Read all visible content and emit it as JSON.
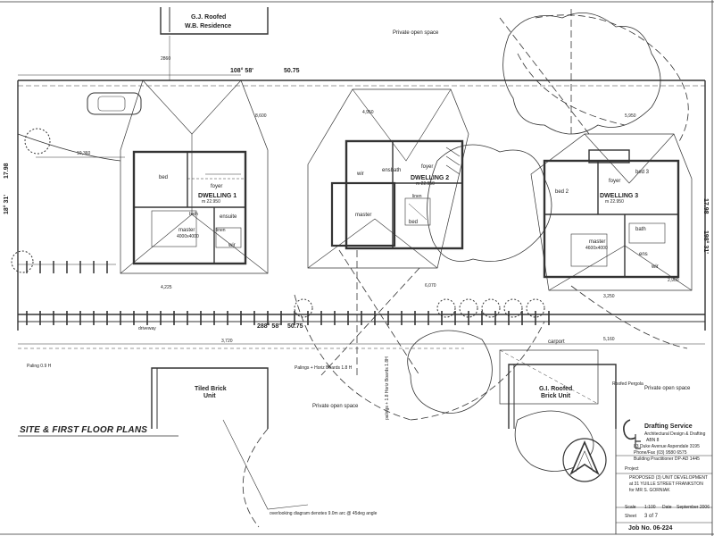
{
  "top": {
    "neighbour": "G.J. Roofed",
    "neighbour_sub": "W.B. Residence",
    "private_open_space": "Private open space",
    "boundary_bearing": "108° 58'",
    "boundary_length": "50.75",
    "setback": "2860"
  },
  "left": {
    "bearing": "18° 31'",
    "length": "17.98",
    "dim_10": "10,360",
    "dim_8": "8,600",
    "dim_4": "4,225",
    "fence": "Paling 0.9 H"
  },
  "right": {
    "bearing": "198° 31'",
    "length": "17.98",
    "dim_5": "5,950",
    "dim_2": "2,900",
    "dim_3": "3,250"
  },
  "dwelling1": {
    "label": "DWELLING 1",
    "area": "m 22.950",
    "rooms": [
      "bed",
      "foyer",
      "ensuite",
      "bath",
      "master",
      "wir",
      "linen"
    ],
    "master_size": "4000x4000"
  },
  "dwelling2": {
    "label": "DWELLING 2",
    "area": "m 22.950",
    "rooms": [
      "wir",
      "ensbath",
      "foyer",
      "master",
      "bed",
      "linen"
    ],
    "dim": "4,950",
    "dim2": "6,070"
  },
  "dwelling3": {
    "label": "DWELLING 3",
    "area": "m 22.950",
    "rooms": [
      "bed 3",
      "bed 2",
      "foyer",
      "master",
      "bath",
      "ens",
      "wir"
    ],
    "master_size": "4600x4000"
  },
  "bottom": {
    "driveway": "driveway",
    "bearing": "288° 58'",
    "length": "50.75",
    "fence_note": "Palings + Horiz Boards 1.8 H",
    "dim_front": "3,720",
    "dim_carport": "5,160",
    "carport": "carport",
    "neighbour_left": "Tiled Brick",
    "neighbour_left_sub": "Unit",
    "neighbour_right": "G.I. Roofed",
    "neighbour_right_sub": "Brick Unit",
    "roofed_pergola": "Roofed Pergola",
    "private_open_space_mid": "Private open space",
    "private_open_space_right": "Private open space",
    "overlooking": "overlooking diagram denotes 9.0m arc @ 45deg angle",
    "paling_vert": "palings + 1.8 Horiz Boards 1.8H"
  },
  "title_block": {
    "plan_title": "SITE & FIRST FLOOR PLANS",
    "company": "Drafting Service",
    "company_sub": "Architectural Design & Drafting",
    "abn": "ABN 8 ",
    "address": "83 Duke Avenue Aspendale 3195",
    "phone": "Phone/Fax (03) 9580 6575",
    "licence": "Building Practitioner DP-AD 1445",
    "project_label": "Project",
    "project_line1": "PROPOSED (3) UNIT DEVELOPMENT",
    "project_line2": "at 31 YUILLE STREET FRANKSTON",
    "project_line3": "for MR S. GORNIAK",
    "scale_label": "Scale",
    "scale": "1:100",
    "date_label": "Date",
    "date": "September 2006",
    "sheet_label": "Sheet",
    "sheet": "3 of 7",
    "job": "Job No. 06-224"
  }
}
